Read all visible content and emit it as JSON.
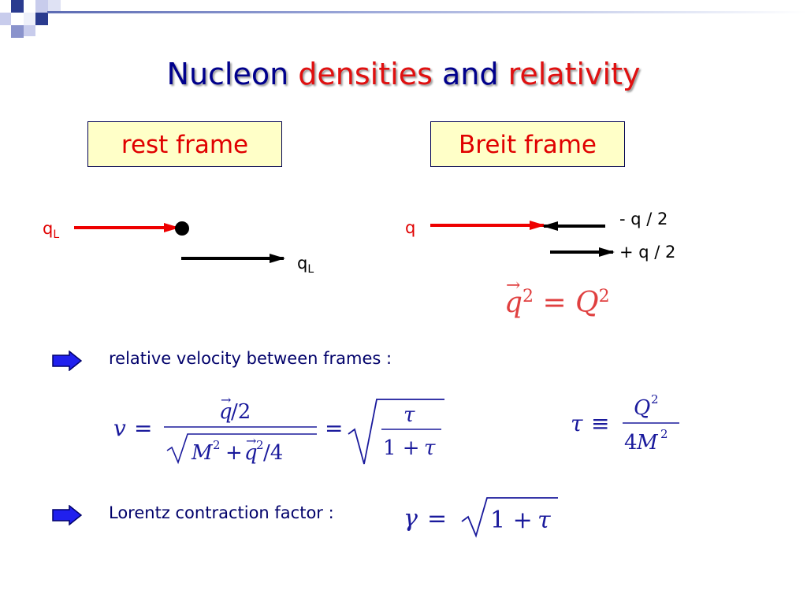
{
  "slide": {
    "title": {
      "word1": "Nucleon",
      "word2": "densities",
      "word3": "and",
      "word4": "relativity"
    },
    "rest_frame": {
      "label": "rest frame",
      "q_in": "q",
      "q_in_sub": "L",
      "q_out": "q",
      "q_out_sub": "L"
    },
    "breit_frame": {
      "label": "Breit frame",
      "q_in": "q",
      "minus_half": "- q / 2",
      "plus_half": "+ q / 2",
      "q2_eq": "= Q",
      "q2_sup": "2"
    },
    "velocity_line": {
      "text": "relative velocity between frames :"
    },
    "lorentz_line": {
      "text": "Lorentz contraction factor :"
    },
    "colors": {
      "title_blue": "#00008c",
      "title_red": "#e01010",
      "box_fill": "#ffffc8",
      "arrow_red": "#ee0000",
      "bullet_blue": "#2020ee",
      "formula_blue": "#1a1a9c"
    }
  }
}
